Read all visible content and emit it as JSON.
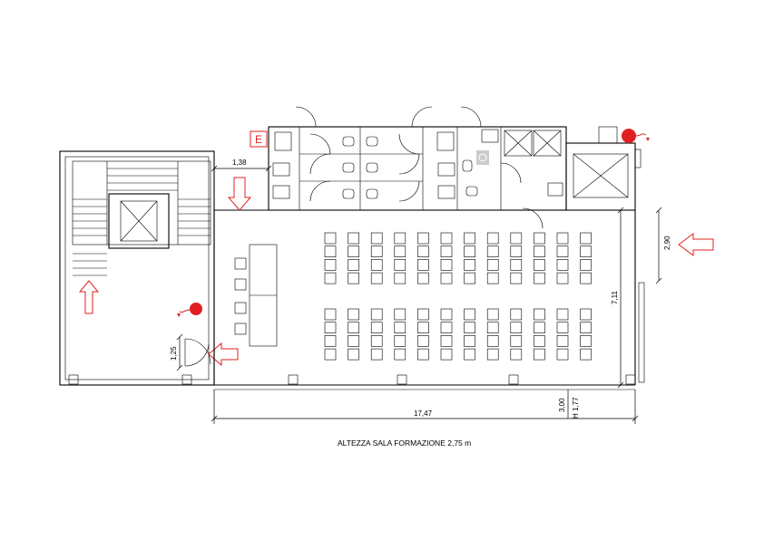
{
  "plan": {
    "caption": "ALTEZZA SALA FORMAZIONE 2,75 m",
    "exit_label": "E",
    "dimensions": {
      "corridor_width": "1,38",
      "side_opening": "2,90",
      "room_depth": "7,11",
      "stair_door": "1,25",
      "room_length": "17,47",
      "sill_height": "3,00",
      "window_height": "H 1,77"
    },
    "seating": {
      "columns": 12,
      "front_block_rows": 4,
      "rear_block_rows": 4
    },
    "colors": {
      "lines": "#000000",
      "evacuation": "#e02020"
    },
    "icons": [
      "fire-extinguisher-icon",
      "evacuation-arrow-icon",
      "accessible-toilet-icon",
      "elevator-icon"
    ]
  }
}
